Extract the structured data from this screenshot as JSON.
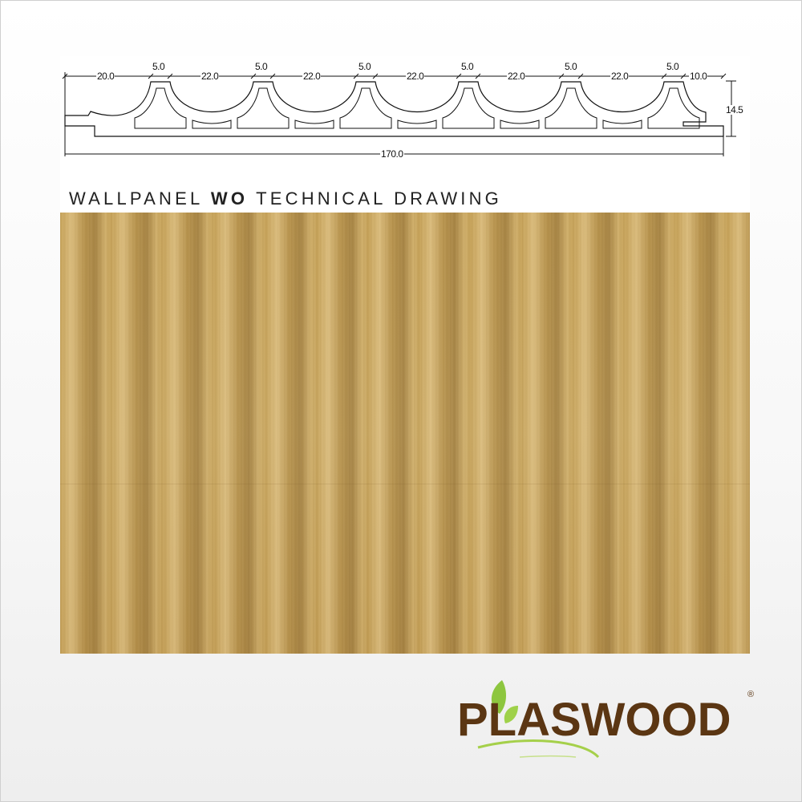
{
  "drawing": {
    "dimensions_top": [
      "20.0",
      "5.0",
      "22.0",
      "5.0",
      "22.0",
      "5.0",
      "22.0",
      "5.0",
      "22.0",
      "5.0",
      "22.0",
      "5.0",
      "10.0"
    ],
    "width_total": "170.0",
    "height": "14.5"
  },
  "title": {
    "prefix": "WALLPANEL",
    "model": "WO",
    "suffix": "TECHNICAL DRAWING"
  },
  "logo": {
    "brand": "PLASWOOD",
    "registered": "®",
    "brand_color": "#5b3613",
    "leaf_color": "#8dc63f"
  }
}
